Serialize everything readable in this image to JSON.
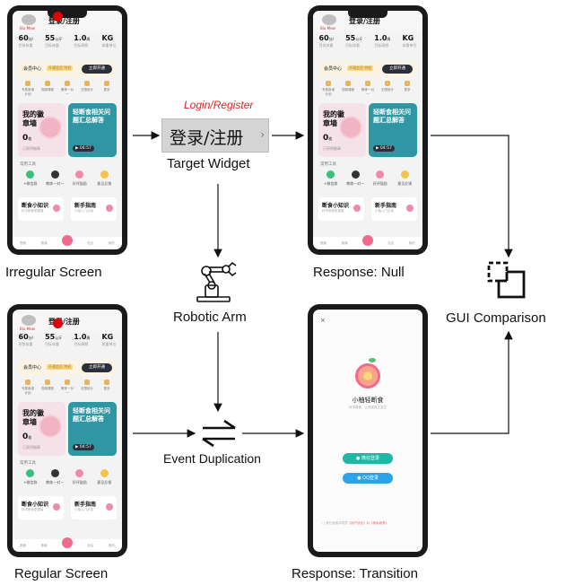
{
  "labels": {
    "login_register": "Login/Register",
    "target_widget_text": "登录/注册",
    "target_widget": "Target Widget",
    "irregular_screen": "Irregular Screen",
    "response_null": "Response: Null",
    "gui_comparison": "GUI Comparison",
    "robotic_arm": "Robotic Arm",
    "event_duplication": "Event Duplication",
    "regular_screen": "Regular Screen",
    "response_transition": "Response: Transition"
  },
  "phone_home": {
    "title": "登录/注册",
    "logo_sub": "Biu Mew",
    "stats": [
      {
        "value": "60",
        "unit": "分/",
        "label": "目前体重"
      },
      {
        "value": "55",
        "unit": "公斤",
        "label": "目标体重"
      },
      {
        "value": "1.0",
        "unit": "周",
        "label": "目标周期"
      },
      {
        "value": "KG",
        "unit": "",
        "label": "体重单位"
      }
    ],
    "vip_title": "会员中心",
    "vip_tag": "开通会员 特权",
    "vip_button": "立即开通",
    "icon_row": [
      "专属食谱计划",
      "视频课程",
      "教练一对一",
      "无限统计",
      "更多"
    ],
    "badge_card": {
      "title": "我的徽章墙",
      "count": "0",
      "count_unit": "枚",
      "sub": "已获得徽章"
    },
    "article_card": {
      "title": "轻断食相关问题汇总解答",
      "duration": "04:57"
    },
    "tools_label": "常用工具",
    "tools": [
      "+微信群",
      "教练一对一",
      "好评鼓励",
      "意见反馈"
    ],
    "knowledge": {
      "title": "断食小知识",
      "sub": "科学断食更健康"
    },
    "guide": {
      "title": "新手指南",
      "sub": "小轴入门必读"
    },
    "tabs": [
      "断食",
      "食谱",
      "",
      "社区",
      "我的"
    ]
  },
  "phone_login": {
    "close": "×",
    "app_name": "小柚轻断食",
    "slogan": "科学断食，让改变真正发生",
    "wechat_button": "微信登录",
    "qq_button": "QQ登录",
    "terms_prefix": "我已阅读并同意",
    "terms_link1": "《用户协议》",
    "terms_mid": "和",
    "terms_link2": "《隐私政策》"
  },
  "colors": {
    "recording_dot": "#e00000",
    "accent_pink": "#f06a8d",
    "teal_card": "#2e97a3",
    "wechat_green": "#1fb6a6",
    "qq_blue": "#2aa3e8",
    "login_register_red": "#e02020"
  },
  "icons": [
    "robotic-arm-icon",
    "swap-arrows-icon",
    "gui-compare-icon",
    "chevron-right-icon"
  ]
}
